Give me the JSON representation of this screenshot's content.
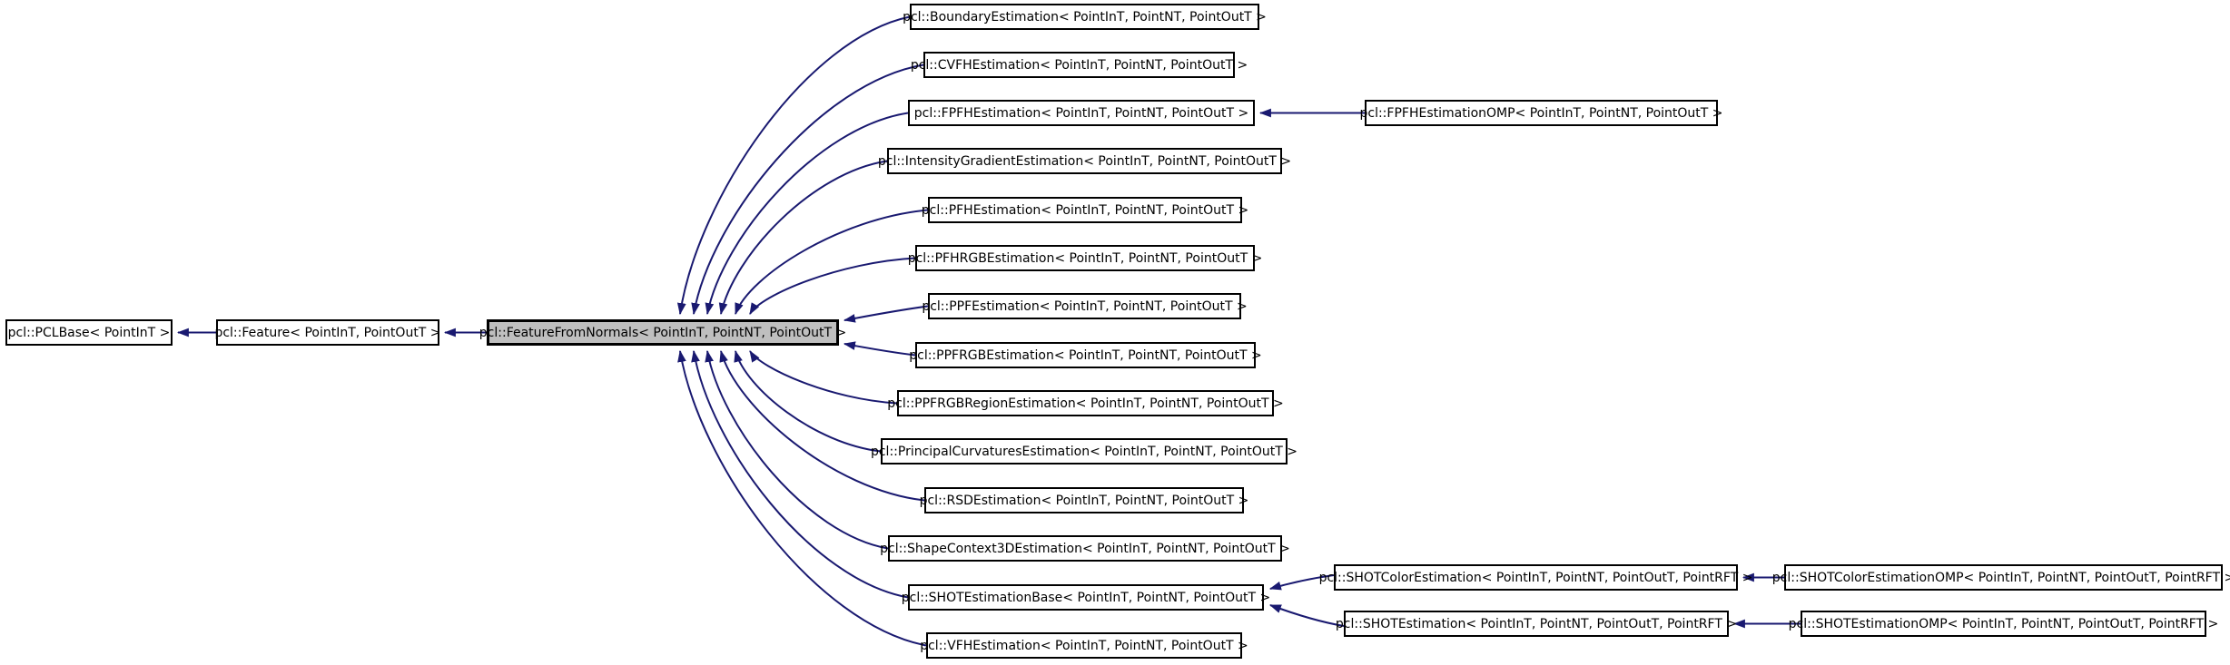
{
  "graph": {
    "type": "inheritance-diagram",
    "background": "#ffffff",
    "colors": {
      "edge": "#191970",
      "node_fill": "#ffffff",
      "node_border": "#000000",
      "highlight_fill": "#bfbfbf",
      "text": "#000000"
    },
    "nodes": [
      {
        "id": "pclbase",
        "label": "pcl::PCLBase< PointInT >",
        "highlighted": false
      },
      {
        "id": "feature",
        "label": "pcl::Feature< PointInT, PointOutT >",
        "highlighted": false
      },
      {
        "id": "featurefromnormals",
        "label": "pcl::FeatureFromNormals< PointInT, PointNT, PointOutT >",
        "highlighted": true
      },
      {
        "id": "boundaryestimation",
        "label": "pcl::BoundaryEstimation< PointInT, PointNT, PointOutT >",
        "highlighted": false
      },
      {
        "id": "cvfhestimation",
        "label": "pcl::CVFHEstimation< PointInT, PointNT, PointOutT >",
        "highlighted": false
      },
      {
        "id": "fpfhestimation",
        "label": "pcl::FPFHEstimation< PointInT, PointNT, PointOutT >",
        "highlighted": false
      },
      {
        "id": "fpfhestimationomp",
        "label": "pcl::FPFHEstimationOMP< PointInT, PointNT, PointOutT >",
        "highlighted": false
      },
      {
        "id": "intensitygradientestimation",
        "label": "pcl::IntensityGradientEstimation< PointInT, PointNT, PointOutT >",
        "highlighted": false
      },
      {
        "id": "pfhestimation",
        "label": "pcl::PFHEstimation< PointInT, PointNT, PointOutT >",
        "highlighted": false
      },
      {
        "id": "pfhrgbestimation",
        "label": "pcl::PFHRGBEstimation< PointInT, PointNT, PointOutT >",
        "highlighted": false
      },
      {
        "id": "ppfestimation",
        "label": "pcl::PPFEstimation< PointInT, PointNT, PointOutT >",
        "highlighted": false
      },
      {
        "id": "ppfrgbestimation",
        "label": "pcl::PPFRGBEstimation< PointInT, PointNT, PointOutT >",
        "highlighted": false
      },
      {
        "id": "ppfrgbregionestimation",
        "label": "pcl::PPFRGBRegionEstimation< PointInT, PointNT, PointOutT >",
        "highlighted": false
      },
      {
        "id": "principalcurvaturesestimation",
        "label": "pcl::PrincipalCurvaturesEstimation< PointInT, PointNT, PointOutT >",
        "highlighted": false
      },
      {
        "id": "rsdestimation",
        "label": "pcl::RSDEstimation< PointInT, PointNT, PointOutT >",
        "highlighted": false
      },
      {
        "id": "shapecontext3destimation",
        "label": "pcl::ShapeContext3DEstimation< PointInT, PointNT, PointOutT >",
        "highlighted": false
      },
      {
        "id": "shotestimationbase",
        "label": "pcl::SHOTEstimationBase< PointInT, PointNT, PointOutT >",
        "highlighted": false
      },
      {
        "id": "shotcolorestimation",
        "label": "pcl::SHOTColorEstimation< PointInT, PointNT, PointOutT, PointRFT >",
        "highlighted": false
      },
      {
        "id": "shotcolorestimationomp",
        "label": "pcl::SHOTColorEstimationOMP< PointInT, PointNT, PointOutT, PointRFT >",
        "highlighted": false
      },
      {
        "id": "shotestimation",
        "label": "pcl::SHOTEstimation< PointInT, PointNT, PointOutT, PointRFT >",
        "highlighted": false
      },
      {
        "id": "shotestimationomp",
        "label": "pcl::SHOTEstimationOMP< PointInT, PointNT, PointOutT, PointRFT >",
        "highlighted": false
      },
      {
        "id": "vfhestimation",
        "label": "pcl::VFHEstimation< PointInT, PointNT, PointOutT >",
        "highlighted": false
      }
    ],
    "edges": [
      {
        "from": "feature",
        "to": "pclbase"
      },
      {
        "from": "featurefromnormals",
        "to": "feature"
      },
      {
        "from": "boundaryestimation",
        "to": "featurefromnormals"
      },
      {
        "from": "cvfhestimation",
        "to": "featurefromnormals"
      },
      {
        "from": "fpfhestimation",
        "to": "featurefromnormals"
      },
      {
        "from": "fpfhestimationomp",
        "to": "fpfhestimation"
      },
      {
        "from": "intensitygradientestimation",
        "to": "featurefromnormals"
      },
      {
        "from": "pfhestimation",
        "to": "featurefromnormals"
      },
      {
        "from": "pfhrgbestimation",
        "to": "featurefromnormals"
      },
      {
        "from": "ppfestimation",
        "to": "featurefromnormals"
      },
      {
        "from": "ppfrgbestimation",
        "to": "featurefromnormals"
      },
      {
        "from": "ppfrgbregionestimation",
        "to": "featurefromnormals"
      },
      {
        "from": "principalcurvaturesestimation",
        "to": "featurefromnormals"
      },
      {
        "from": "rsdestimation",
        "to": "featurefromnormals"
      },
      {
        "from": "shapecontext3destimation",
        "to": "featurefromnormals"
      },
      {
        "from": "shotestimationbase",
        "to": "featurefromnormals"
      },
      {
        "from": "shotcolorestimation",
        "to": "shotestimationbase"
      },
      {
        "from": "shotcolorestimationomp",
        "to": "shotcolorestimation"
      },
      {
        "from": "shotestimation",
        "to": "shotestimationbase"
      },
      {
        "from": "shotestimationomp",
        "to": "shotestimation"
      },
      {
        "from": "vfhestimation",
        "to": "featurefromnormals"
      }
    ]
  }
}
